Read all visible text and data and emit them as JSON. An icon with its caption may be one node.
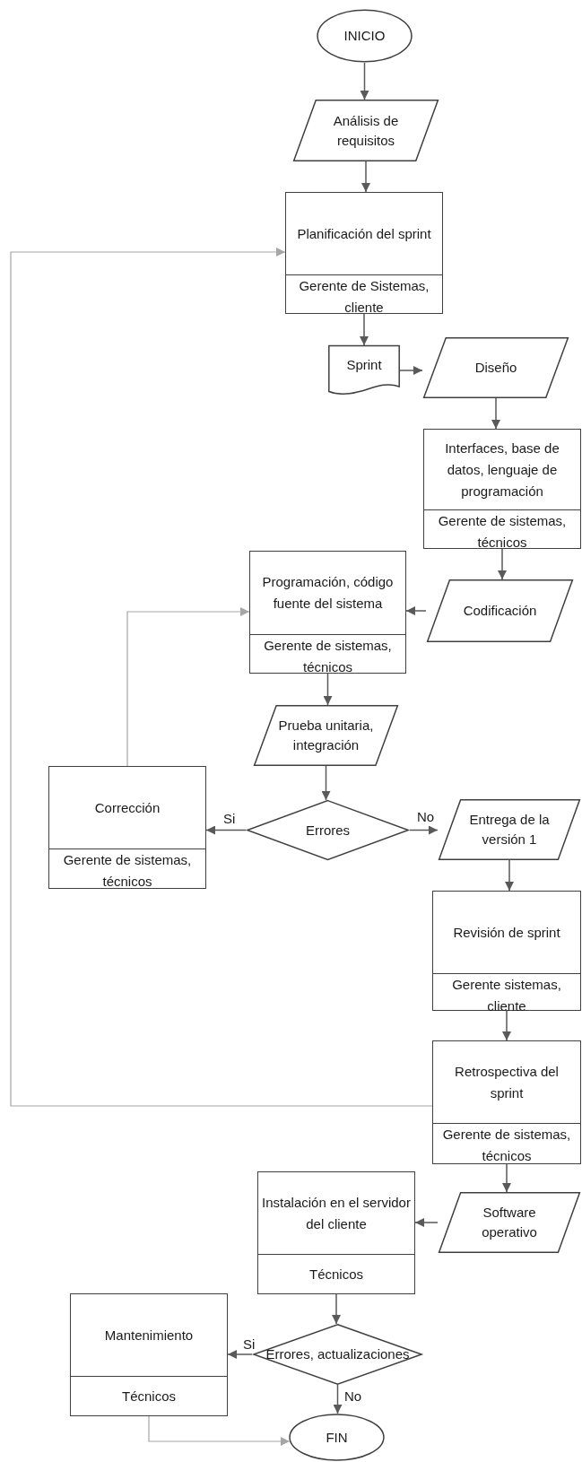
{
  "diagram": {
    "nodes": [
      {
        "text": [
          "INICIO"
        ]
      },
      {
        "text": [
          "Análisis de requisitos"
        ]
      },
      {
        "text": [
          "Planificación del sprint",
          "Gerente  de Sistemas, cliente"
        ]
      },
      {
        "text": [
          "Sprint"
        ]
      },
      {
        "text": [
          "Diseño"
        ]
      },
      {
        "text": [
          "Interfaces, base de datos, lenguaje de programación",
          "Gerente de sistemas, técnicos"
        ]
      },
      {
        "text": [
          "Codificación"
        ]
      },
      {
        "text": [
          "Programación, código fuente del sistema",
          "Gerente de sistemas, técnicos"
        ]
      },
      {
        "text": [
          "Prueba unitaria, integración"
        ]
      },
      {
        "text": [
          "Errores"
        ]
      },
      {
        "text": [
          "Corrección",
          "Gerente de sistemas, técnicos"
        ]
      },
      {
        "text": [
          "Entrega de la versión 1"
        ]
      },
      {
        "text": [
          "Revisión de sprint",
          "Gerente sistemas, cliente"
        ]
      },
      {
        "text": [
          "Retrospectiva del sprint",
          "Gerente de sistemas, técnicos"
        ]
      },
      {
        "text": [
          "Software operativo"
        ]
      },
      {
        "text": [
          "Instalación en el servidor del cliente",
          "Técnicos"
        ]
      },
      {
        "text": [
          "Errores, actualizaciones"
        ]
      },
      {
        "text": [
          "Mantenimiento",
          "Técnicos"
        ]
      },
      {
        "text": [
          "FIN"
        ]
      }
    ],
    "edges": [
      {
        "from": 0,
        "to": 1,
        "arrow": "to"
      },
      {
        "from": 1,
        "to": 2,
        "arrow": "to"
      },
      {
        "from": 2,
        "to": 3,
        "arrow": "to"
      },
      {
        "from": 3,
        "to": 4,
        "arrow": "to"
      },
      {
        "from": 4,
        "to": 5,
        "arrow": "to"
      },
      {
        "from": 5,
        "to": 6,
        "arrow": "to"
      },
      {
        "from": 6,
        "to": 7,
        "arrow": "to"
      },
      {
        "from": 7,
        "to": 8,
        "arrow": "to"
      },
      {
        "from": 8,
        "to": 9,
        "arrow": "to"
      },
      {
        "from": 9,
        "to": 10,
        "arrow": "to",
        "label": "Si"
      },
      {
        "from": 9,
        "to": 11,
        "arrow": "to",
        "label": "No"
      },
      {
        "from": 11,
        "to": 12,
        "arrow": "to"
      },
      {
        "from": 12,
        "to": 13,
        "arrow": "to"
      },
      {
        "from": 13,
        "to": 2,
        "arrow": "to",
        "color": "#a6a6a6"
      },
      {
        "from": 10,
        "to": 7,
        "arrow": "to",
        "color": "#a6a6a6"
      },
      {
        "from": 13,
        "to": 14,
        "arrow": "to"
      },
      {
        "from": 14,
        "to": 15,
        "arrow": "to"
      },
      {
        "from": 15,
        "to": 16,
        "arrow": "to"
      },
      {
        "from": 16,
        "to": 17,
        "arrow": "to",
        "label": "Si"
      },
      {
        "from": 16,
        "to": 18,
        "arrow": "to",
        "label": "No"
      },
      {
        "from": 17,
        "to": 18,
        "arrow": "to",
        "color": "#a6a6a6"
      }
    ]
  }
}
